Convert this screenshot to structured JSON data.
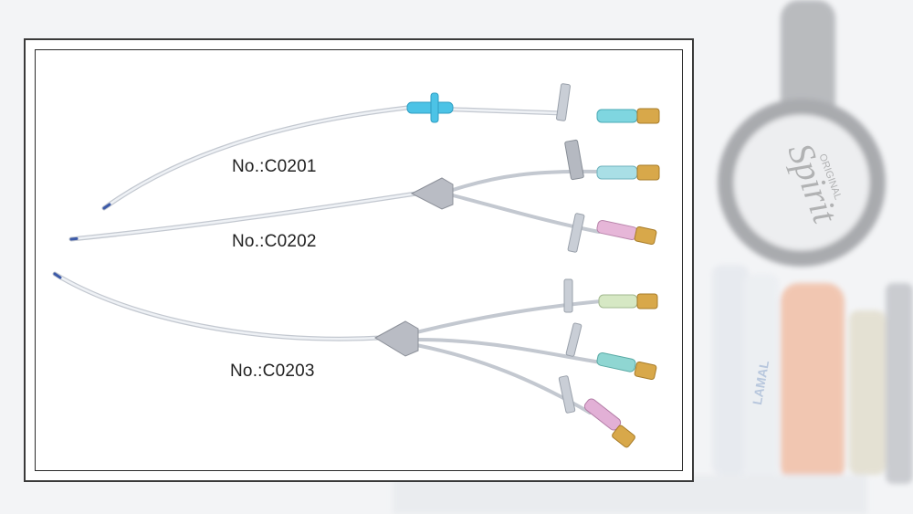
{
  "products": [
    {
      "model_label": "No.:C0201",
      "lumens": 1,
      "hub_colors": [
        "#7fd6e0"
      ]
    },
    {
      "model_label": "No.:C0202",
      "lumens": 2,
      "hub_colors": [
        "#a9dfe6",
        "#e6b6d8"
      ]
    },
    {
      "model_label": "No.:C0203",
      "lumens": 3,
      "hub_colors": [
        "#d6e8c4",
        "#8fd6d2",
        "#e2b0d6"
      ]
    }
  ],
  "background": {
    "brand_text": "Spirit",
    "brand_subtext": "ORIGINAL",
    "tube_text": "LAMAL"
  },
  "colors": {
    "tube": "#e4e8ee",
    "luer_cap": "#d8a84a",
    "clamp": "#c9ced6",
    "wing_hub": "#b9bcc4",
    "single_hub": "#4cc3e6"
  }
}
